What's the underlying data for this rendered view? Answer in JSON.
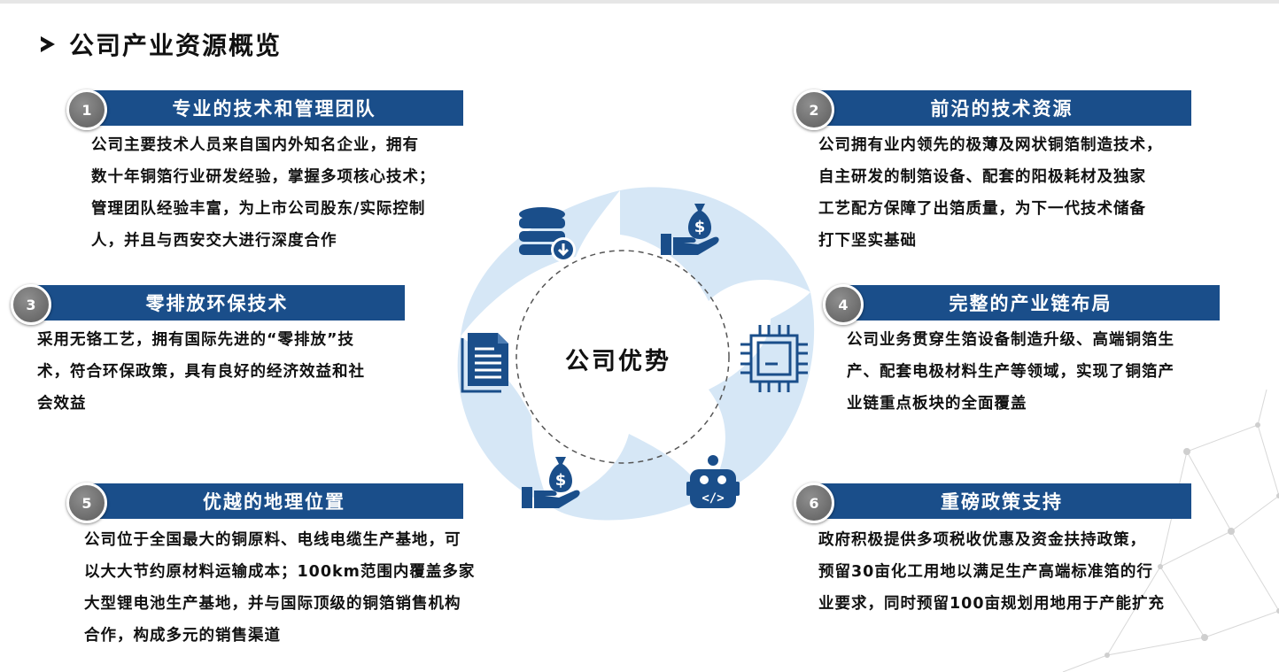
{
  "page": {
    "title": "公司产业资源概览",
    "center_label": "公司优势"
  },
  "colors": {
    "header_blue": "#1a4e8a",
    "icon_blue": "#1a4e8a",
    "swirl_light": "#d6e7f6",
    "badge_gray": "#6f6f6f"
  },
  "sections": [
    {
      "number": "1",
      "title": "专业的技术和管理团队",
      "lines": [
        "公司主要技术人员来自国内外知名企业，拥有",
        "数十年铜箔行业研发经验，掌握多项核心技术；",
        "管理团队经验丰富，为上市公司股东/实际控制",
        "人，并且与西安交大进行深度合作"
      ]
    },
    {
      "number": "2",
      "title": "前沿的技术资源",
      "lines": [
        "公司拥有业内领先的极薄及网状铜箔制造技术，",
        "自主研发的制箔设备、配套的阳极耗材及独家",
        "工艺配方保障了出箔质量，为下一代技术储备",
        "打下坚实基础"
      ]
    },
    {
      "number": "3",
      "title": "零排放环保技术",
      "lines": [
        "采用无铬工艺，拥有国际先进的“零排放”技",
        "术，符合环保政策，具有良好的经济效益和社",
        "会效益"
      ]
    },
    {
      "number": "4",
      "title": "完整的产业链布局",
      "lines": [
        "公司业务贯穿生箔设备制造升级、高端铜箔生",
        "产、配套电极材料生产等领域，实现了铜箔产",
        "业链重点板块的全面覆盖"
      ]
    },
    {
      "number": "5",
      "title": "优越的地理位置",
      "lines": [
        "公司位于全国最大的铜原料、电线电缆生产基地，可",
        "以大大节约原材料运输成本；100km范围内覆盖多家",
        "大型锂电池生产基地，并与国际顶级的铜箔销售机构",
        "合作，构成多元的销售渠道"
      ]
    },
    {
      "number": "6",
      "title": "重磅政策支持",
      "lines": [
        "政府积极提供多项税收优惠及资金扶持政策，",
        "预留30亩化工用地以满足生产高端标准箔的行",
        "业要求，同时预留100亩规划用地用于产能扩充"
      ]
    }
  ],
  "icons": {
    "top_left": "database-download-icon",
    "top_right": "money-bag-hand-icon",
    "left": "document-icon",
    "right": "chip-icon",
    "bottom_left": "money-bag-hand-icon",
    "bottom_right": "robot-code-icon"
  }
}
